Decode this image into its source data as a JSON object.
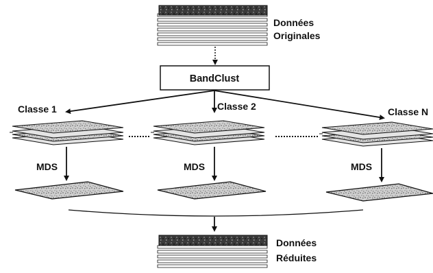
{
  "input": {
    "line1": "Données",
    "line2": "Originales"
  },
  "process": {
    "label": "BandClust"
  },
  "classes": [
    {
      "label": "Classe 1",
      "mds": "MDS"
    },
    {
      "label": "Classe 2",
      "mds": "MDS"
    },
    {
      "label": "Classe N",
      "mds": "MDS"
    }
  ],
  "output": {
    "line1": "Données",
    "line2": "Réduites"
  },
  "colors": {
    "line": "#111111",
    "slab": "#d2d2d2",
    "dark": "#2a2a2a"
  }
}
